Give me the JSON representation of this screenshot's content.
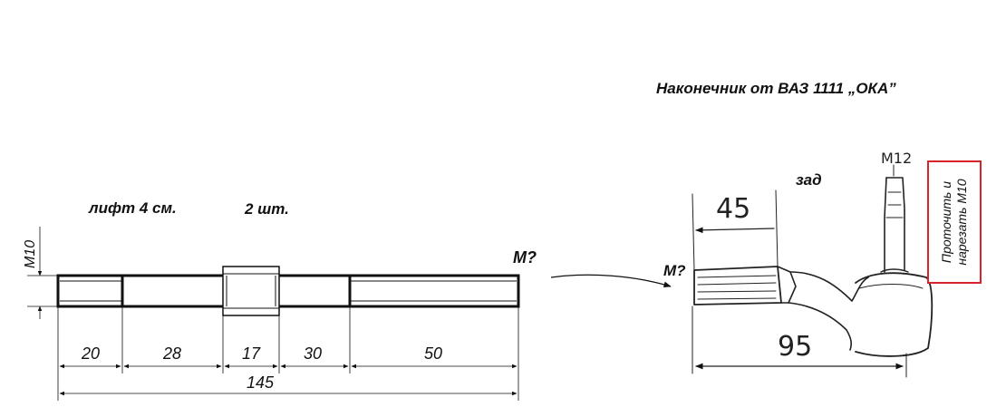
{
  "shaft": {
    "label_lift": "лифт 4 см.",
    "label_qty": "2 шт.",
    "label_thread_left": "M10",
    "label_thread_right": "M?",
    "dims": [
      "20",
      "28",
      "17",
      "30",
      "50"
    ],
    "total": "145"
  },
  "tie_rod_end": {
    "title": "Наконечник от ВАЗ 1111 „ОКА”",
    "label_rear": "зад",
    "label_m12": "M12",
    "label_45": "45",
    "label_95": "95",
    "label_thread": "M?",
    "callout": "Проточить и нарезать М10",
    "callout_color": "#d9232a"
  }
}
